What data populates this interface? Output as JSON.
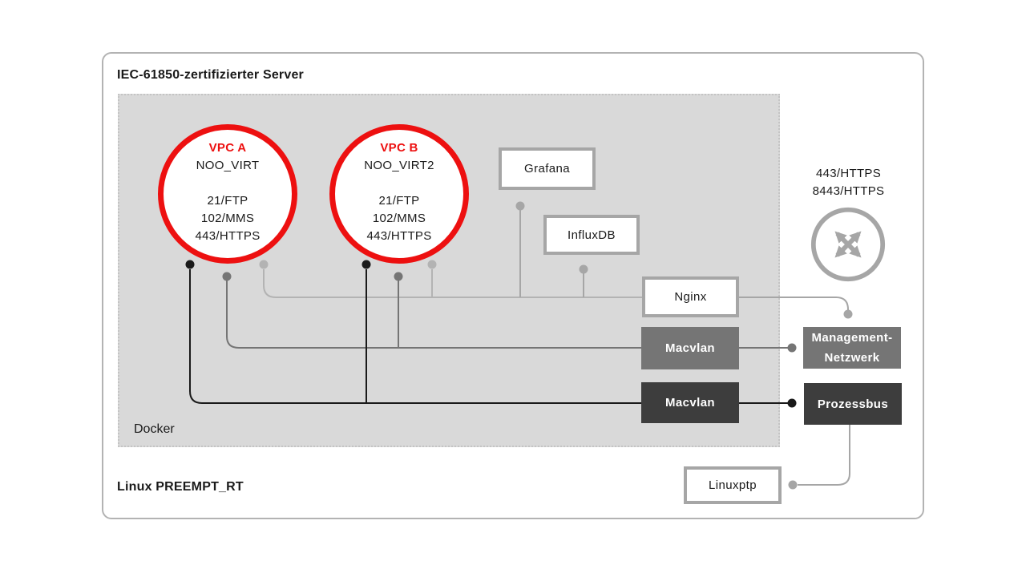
{
  "diagram": {
    "title": "IEC-61850-zertifizierter Server",
    "docker_label": "Docker",
    "os_label": "Linux PREEMPT_RT",
    "vpcs": [
      {
        "name": "VPC A",
        "host": "NOO_VIRT",
        "ports": [
          "21/FTP",
          "102/MMS",
          "443/HTTPS"
        ]
      },
      {
        "name": "VPC B",
        "host": "NOO_VIRT2",
        "ports": [
          "21/FTP",
          "102/MMS",
          "443/HTTPS"
        ]
      }
    ],
    "services": {
      "grafana": "Grafana",
      "influxdb": "InfluxDB",
      "nginx": "Nginx",
      "macvlan_management": "Macvlan",
      "macvlan_prozessbus": "Macvlan"
    },
    "networks": {
      "management_lines": [
        "Management-",
        "Netzwerk"
      ],
      "prozessbus": "Prozessbus"
    },
    "linuxptp": "Linuxptp",
    "router": {
      "ports": [
        "443/HTTPS",
        "8443/HTTPS"
      ],
      "icon": "network-switch-icon"
    },
    "colors": {
      "red": "#ed1010",
      "dark_gray": "#3d3d3d",
      "mid_gray": "#757575",
      "border_gray": "#a6a6a6",
      "light_line": "#b3b3b3",
      "black_line": "#1a1a1a",
      "docker_bg": "#d9d9d9",
      "text": "#1a1a1a"
    }
  }
}
